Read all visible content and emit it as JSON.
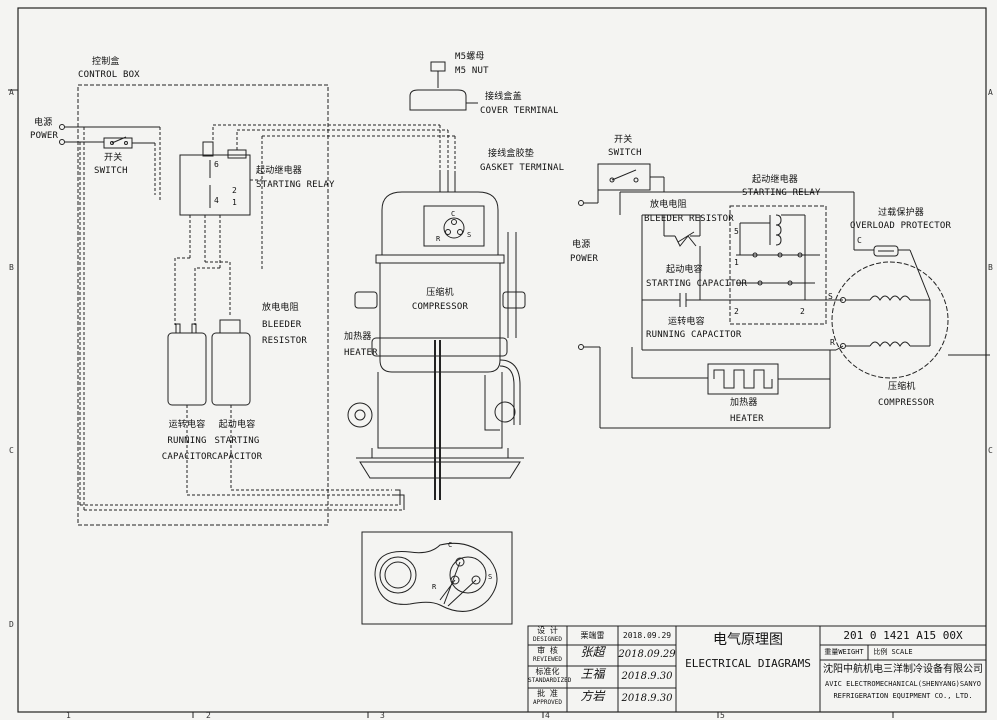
{
  "frame": {
    "columns": [
      "1",
      "2",
      "3",
      "4",
      "5"
    ],
    "rows": [
      "A",
      "B",
      "C",
      "D"
    ]
  },
  "left": {
    "control_box_cn": "控制盒",
    "control_box_en": "CONTROL BOX",
    "power_cn": "电源",
    "power_en": "POWER",
    "switch_cn": "开关",
    "switch_en": "SWITCH",
    "starting_relay_cn": "起动继电器",
    "starting_relay_en": "STARTING RELAY",
    "bleeder_cn": "放电电阻",
    "bleeder_en_1": "BLEEDER",
    "bleeder_en_2": "RESISTOR",
    "running_cap_cn": "运转电容",
    "running_cap_en_1": "RUNNING",
    "running_cap_en_2": "CAPACITOR",
    "starting_cap_cn": "起动电容",
    "starting_cap_en_1": "STARTING",
    "starting_cap_en_2": "CAPACITOR",
    "relay_pins": [
      "6",
      "4",
      "2",
      "1"
    ]
  },
  "center": {
    "m5_nut_cn": "M5螺母",
    "m5_nut_en": "M5 NUT",
    "cover_terminal_cn": "接线盒盖",
    "cover_terminal_en": "COVER TERMINAL",
    "gasket_terminal_cn": "接线盒胶垫",
    "gasket_terminal_en": "GASKET TERMINAL",
    "compressor_cn": "压缩机",
    "compressor_en": "COMPRESSOR",
    "heater_cn": "加热器",
    "heater_en": "HEATER",
    "terminals": [
      "C",
      "S",
      "R"
    ]
  },
  "right": {
    "switch_cn": "开关",
    "switch_en": "SWITCH",
    "starting_relay_cn": "起动继电器",
    "starting_relay_en": "STARTING RELAY",
    "overload_cn": "过载保护器",
    "overload_en": "OVERLOAD PROTECTOR",
    "bleeder_cn": "放电电阻",
    "bleeder_en": "BLEEDER RESISTOR",
    "power_cn": "电源",
    "power_en": "POWER",
    "starting_cap_cn": "起动电容",
    "starting_cap_en": "STARTING CAPACITOR",
    "running_cap_cn": "运转电容",
    "running_cap_en": "RUNNING CAPACITOR",
    "heater_cn": "加热器",
    "heater_en": "HEATER",
    "compressor_cn": "压缩机",
    "compressor_en": "COMPRESSOR",
    "relay_pins": [
      "5",
      "1",
      "2",
      "2"
    ],
    "motor_terminals": [
      "C",
      "S",
      "R"
    ]
  },
  "title_block": {
    "designed_cn": "设 计",
    "designed_en": "DESIGNED",
    "designed_name": "栗端雷",
    "designed_date": "2018.09.29",
    "reviewed_cn": "审 核",
    "reviewed_en": "REVIEWED",
    "reviewed_sign": "张超",
    "reviewed_date": "2018.09.29",
    "standardized_cn": "标准化",
    "standardized_en": "STANDARDIZED",
    "standardized_sign": "王福",
    "standardized_date": "2018.9.30",
    "approved_cn": "批 准",
    "approved_en": "APPROVED",
    "approved_sign": "方岩",
    "approved_date": "2018.9.30",
    "title_cn": "电气原理图",
    "title_en": "ELECTRICAL DIAGRAMS",
    "drawing_no": "201 0 1421 A15 00X",
    "weight_label": "重量WEIGHT",
    "scale_label": "比例 SCALE",
    "company_cn": "沈阳中航机电三洋制冷设备有限公司",
    "company_en_1": "AVIC ELECTROMECHANICAL(SHENYANG)SANYO",
    "company_en_2": "REFRIGERATION EQUIPMENT CO., LTD."
  }
}
